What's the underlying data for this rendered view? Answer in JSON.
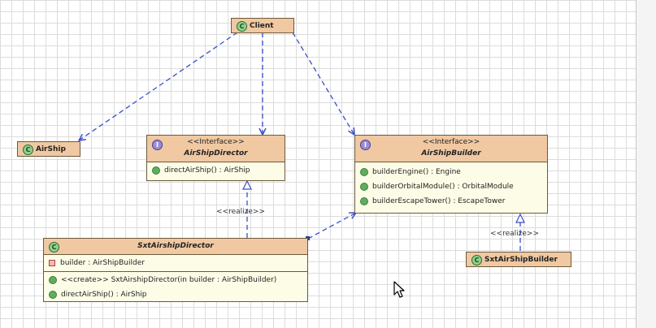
{
  "classes": {
    "client": {
      "name": "Client"
    },
    "airship": {
      "name": "AirShip"
    },
    "airship_director": {
      "stereotype": "<<Interface>>",
      "name": "AirShipDirector",
      "methods": [
        "directAirShip() : AirShip"
      ]
    },
    "airship_builder": {
      "stereotype": "<<Interface>>",
      "name": "AirShipBuilder",
      "methods": [
        "builderEngine() : Engine",
        "builderOrbitalModule() : OrbitalModule",
        "builderEscapeTower() : EscapeTower"
      ]
    },
    "sxt_airship_director": {
      "name": "SxtAirshipDirector",
      "attributes": [
        "builder : AirShipBuilder"
      ],
      "methods": [
        "<<create>> SxtAirshipDirector(in builder : AirShipBuilder)",
        "directAirShip() : AirShip"
      ]
    },
    "sxt_airship_builder": {
      "name": "SxtAirShipBuilder"
    }
  },
  "relations": {
    "realize_director": "<<realize>>",
    "realize_builder": "<<realize>>"
  },
  "colors": {
    "header": "#f0c8a2",
    "body": "#fdfde7",
    "connector": "#3a4fc8",
    "grid": "#dcdcdc"
  },
  "icons": {
    "class_badge": "C",
    "interface_badge": "I"
  }
}
